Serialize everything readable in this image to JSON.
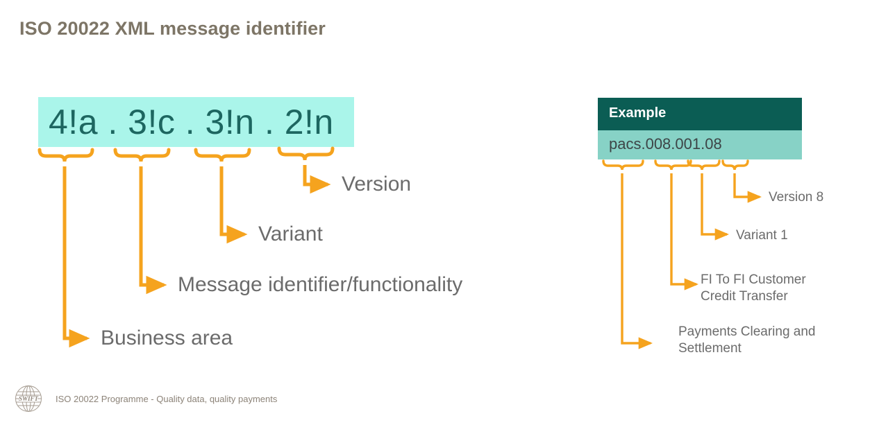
{
  "slide": {
    "title": "ISO 20022 XML message identifier",
    "accent_orange": "#f5a31e",
    "band_cyan": "#aaf5ea",
    "format_text_color": "#1d6660",
    "label_gray": "#6b6b6b",
    "title_color": "#7d7566"
  },
  "format": {
    "full_string": "4!a . 3!c . 3!n . 2!n",
    "segments": [
      {
        "token": "4!a",
        "label": "Business area"
      },
      {
        "token": "3!c",
        "label": "Message identifier/functionality"
      },
      {
        "token": "3!n",
        "label": "Variant"
      },
      {
        "token": "2!n",
        "label": "Version"
      }
    ]
  },
  "left_callouts": {
    "version": "Version",
    "variant": "Variant",
    "message_identifier": "Message identifier/functionality",
    "business_area": "Business area"
  },
  "example": {
    "header_label": "Example",
    "value": "pacs.008.001.08",
    "header_bg": "#0b5d54",
    "body_bg": "#87d2c6",
    "callouts": {
      "version": "Version 8",
      "variant": "Variant 1",
      "message_identifier_line1": "FI To FI Customer",
      "message_identifier_line2": "Credit Transfer",
      "business_area_line1": "Payments Clearing and",
      "business_area_line2": "Settlement"
    }
  },
  "footer": {
    "logo_name": "swift-globe-logo",
    "logo_wordmark": "SWIFT",
    "text": "ISO 20022 Programme - Quality data, quality payments"
  }
}
